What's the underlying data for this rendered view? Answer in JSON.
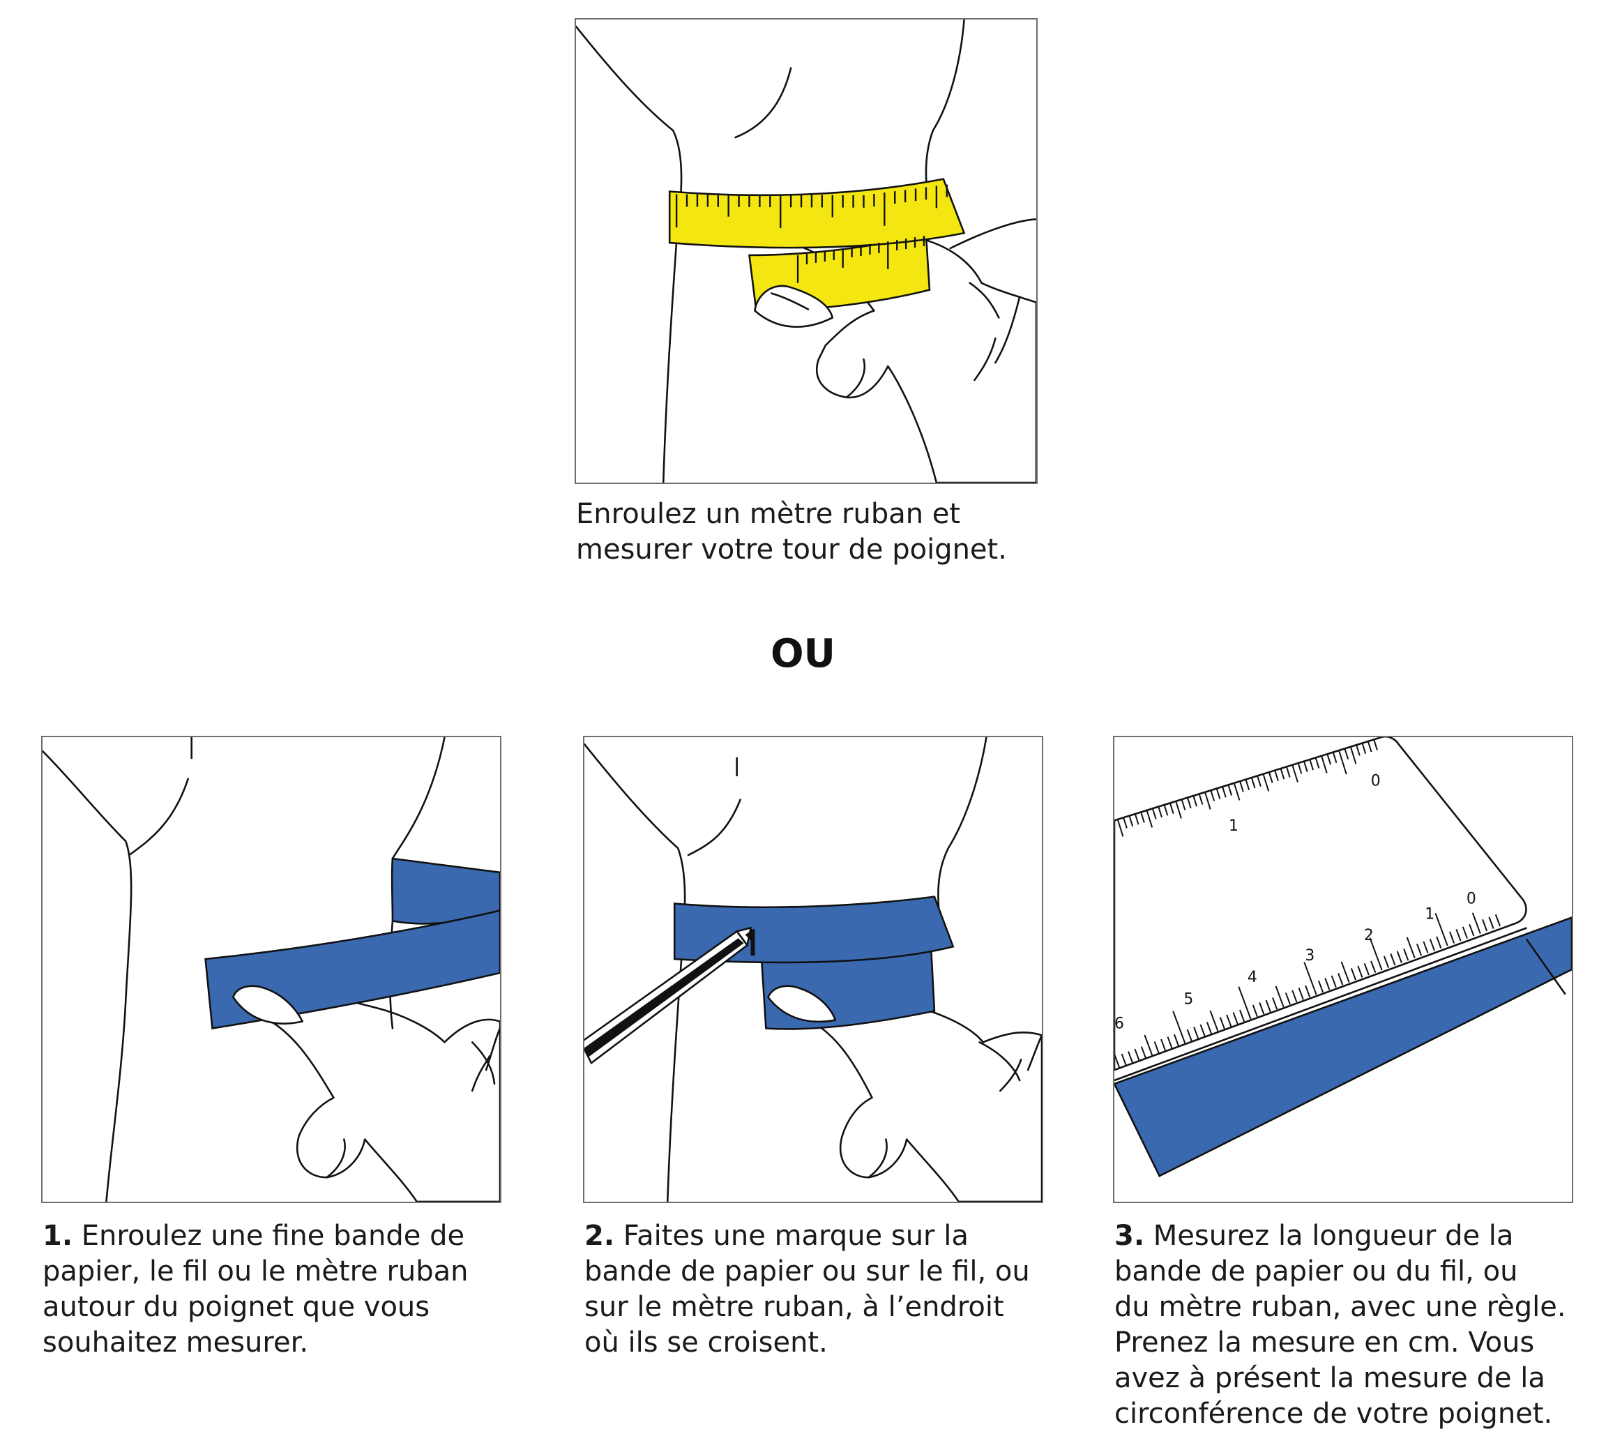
{
  "colors": {
    "tape_yellow": "#f4e711",
    "strip_blue": "#3a69b0",
    "outline": "#111111",
    "frame": "#6e6e6e"
  },
  "top_step": {
    "caption_lines": [
      "Enroulez un mètre ruban et",
      "mesurer votre tour de poignet."
    ],
    "icon": "tape-measure-wrist-icon"
  },
  "or_label": "OU",
  "steps": [
    {
      "number": "1.",
      "lines_rest_first": " Enroulez une fine bande de",
      "lines": [
        "papier, le fil ou le mètre ruban",
        "autour du poignet que vous",
        "souhaitez mesurer."
      ],
      "icon": "paper-strip-wrist-icon"
    },
    {
      "number": "2.",
      "lines_rest_first": " Faites une marque sur la",
      "lines": [
        "bande de papier ou sur le fil, ou",
        "sur le mètre ruban, à l’endroit",
        "où ils se croisent."
      ],
      "icon": "pencil-mark-icon"
    },
    {
      "number": "3.",
      "lines_rest_first": " Mesurez la longueur de la",
      "lines": [
        "bande de papier ou du fil, ou",
        "du mètre ruban, avec une règle.",
        "Prenez la mesure en cm. Vous",
        "avez à présent la mesure de la",
        "circonférence de votre poignet."
      ],
      "icon": "ruler-icon"
    }
  ],
  "ruler": {
    "top_labels": [
      "0",
      "1"
    ],
    "bottom_labels": [
      "0",
      "1",
      "2",
      "3",
      "4",
      "5",
      "6"
    ]
  }
}
